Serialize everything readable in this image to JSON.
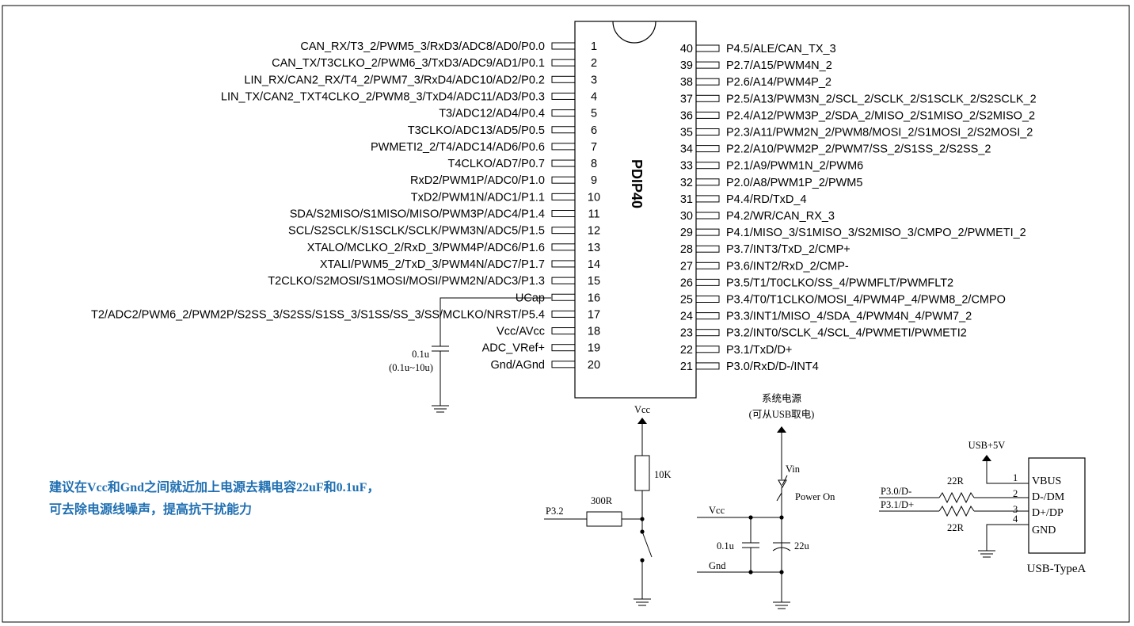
{
  "chip": {
    "name": "PDIP40",
    "left_pins": [
      {
        "num": "1",
        "label": "CAN_RX/T3_2/PWM5_3/RxD3/ADC8/AD0/P0.0"
      },
      {
        "num": "2",
        "label": "CAN_TX/T3CLKO_2/PWM6_3/TxD3/ADC9/AD1/P0.1"
      },
      {
        "num": "3",
        "label": "LIN_RX/CAN2_RX/T4_2/PWM7_3/RxD4/ADC10/AD2/P0.2"
      },
      {
        "num": "4",
        "label": "LIN_TX/CAN2_TXT4CLKO_2/PWM8_3/TxD4/ADC11/AD3/P0.3"
      },
      {
        "num": "5",
        "label": "T3/ADC12/AD4/P0.4"
      },
      {
        "num": "6",
        "label": "T3CLKO/ADC13/AD5/P0.5"
      },
      {
        "num": "7",
        "label": "PWMETI2_2/T4/ADC14/AD6/P0.6"
      },
      {
        "num": "8",
        "label": "T4CLKO/AD7/P0.7"
      },
      {
        "num": "9",
        "label": "RxD2/PWM1P/ADC0/P1.0"
      },
      {
        "num": "10",
        "label": "TxD2/PWM1N/ADC1/P1.1"
      },
      {
        "num": "11",
        "label": "SDA/S2MISO/S1MISO/MISO/PWM3P/ADC4/P1.4"
      },
      {
        "num": "12",
        "label": "SCL/S2SCLK/S1SCLK/SCLK/PWM3N/ADC5/P1.5"
      },
      {
        "num": "13",
        "label": "XTALO/MCLKO_2/RxD_3/PWM4P/ADC6/P1.6"
      },
      {
        "num": "14",
        "label": "XTALI/PWM5_2/TxD_3/PWM4N/ADC7/P1.7"
      },
      {
        "num": "15",
        "label": "T2CLKO/S2MOSI/S1MOSI/MOSI/PWM2N/ADC3/P1.3"
      },
      {
        "num": "16",
        "label": "UCap"
      },
      {
        "num": "17",
        "label": "T2/ADC2/PWM6_2/PWM2P/S2SS_3/S2SS/S1SS_3/S1SS/SS_3/SS/MCLKO/NRST/P5.4"
      },
      {
        "num": "18",
        "label": "Vcc/AVcc"
      },
      {
        "num": "19",
        "label": "ADC_VRef+"
      },
      {
        "num": "20",
        "label": "Gnd/AGnd"
      }
    ],
    "right_pins": [
      {
        "num": "40",
        "label": "P4.5/ALE/CAN_TX_3"
      },
      {
        "num": "39",
        "label": "P2.7/A15/PWM4N_2"
      },
      {
        "num": "38",
        "label": "P2.6/A14/PWM4P_2"
      },
      {
        "num": "37",
        "label": "P2.5/A13/PWM3N_2/SCL_2/SCLK_2/S1SCLK_2/S2SCLK_2"
      },
      {
        "num": "36",
        "label": "P2.4/A12/PWM3P_2/SDA_2/MISO_2/S1MISO_2/S2MISO_2"
      },
      {
        "num": "35",
        "label": "P2.3/A11/PWM2N_2/PWM8/MOSI_2/S1MOSI_2/S2MOSI_2"
      },
      {
        "num": "34",
        "label": "P2.2/A10/PWM2P_2/PWM7/SS_2/S1SS_2/S2SS_2"
      },
      {
        "num": "33",
        "label": "P2.1/A9/PWM1N_2/PWM6"
      },
      {
        "num": "32",
        "label": "P2.0/A8/PWM1P_2/PWM5"
      },
      {
        "num": "31",
        "label": "P4.4/RD/TxD_4"
      },
      {
        "num": "30",
        "label": "P4.2/WR/CAN_RX_3"
      },
      {
        "num": "29",
        "label": "P4.1/MISO_3/S1MISO_3/S2MISO_3/CMPO_2/PWMETI_2"
      },
      {
        "num": "28",
        "label": "P3.7/INT3/TxD_2/CMP+"
      },
      {
        "num": "27",
        "label": "P3.6/INT2/RxD_2/CMP-"
      },
      {
        "num": "26",
        "label": "P3.5/T1/T0CLKO/SS_4/PWMFLT/PWMFLT2"
      },
      {
        "num": "25",
        "label": "P3.4/T0/T1CLKO/MOSI_4/PWM4P_4/PWM8_2/CMPO"
      },
      {
        "num": "24",
        "label": "P3.3/INT1/MISO_4/SDA_4/PWM4N_4/PWM7_2"
      },
      {
        "num": "23",
        "label": "P3.2/INT0/SCLK_4/SCL_4/PWMETI/PWMETI2"
      },
      {
        "num": "22",
        "label": "P3.1/TxD/D+"
      },
      {
        "num": "21",
        "label": "P3.0/RxD/D-/INT4"
      }
    ]
  },
  "ucap_cap": {
    "value": "0.1u",
    "range": "(0.1u~10u)"
  },
  "reset_circuit": {
    "vcc": "Vcc",
    "r_pullup": "10K",
    "r_series": "300R",
    "net": "P3.2"
  },
  "power_circuit": {
    "title_line1": "系统电源",
    "title_line2": "(可从USB取电)",
    "vin": "Vin",
    "switch": "Power On",
    "vcc": "Vcc",
    "gnd": "Gnd",
    "cap1": "0.1u",
    "cap2": "22u"
  },
  "usb": {
    "supply": "USB+5V",
    "r_top": "22R",
    "r_bottom": "22R",
    "net_dm": "P3.0/D-",
    "net_dp": "P3.1/D+",
    "pins": [
      {
        "num": "1",
        "label": "VBUS"
      },
      {
        "num": "2",
        "label": "D-/DM"
      },
      {
        "num": "3",
        "label": "D+/DP"
      },
      {
        "num": "4",
        "label": "GND"
      }
    ],
    "name": "USB-TypeA"
  },
  "note": {
    "line1": "建议在Vcc和Gnd之间就近加上电源去耦电容22uF和0.1uF，",
    "line2": "可去除电源线噪声，提高抗干扰能力"
  },
  "colors": {
    "note": "#1f6fb2",
    "line": "#000000"
  }
}
